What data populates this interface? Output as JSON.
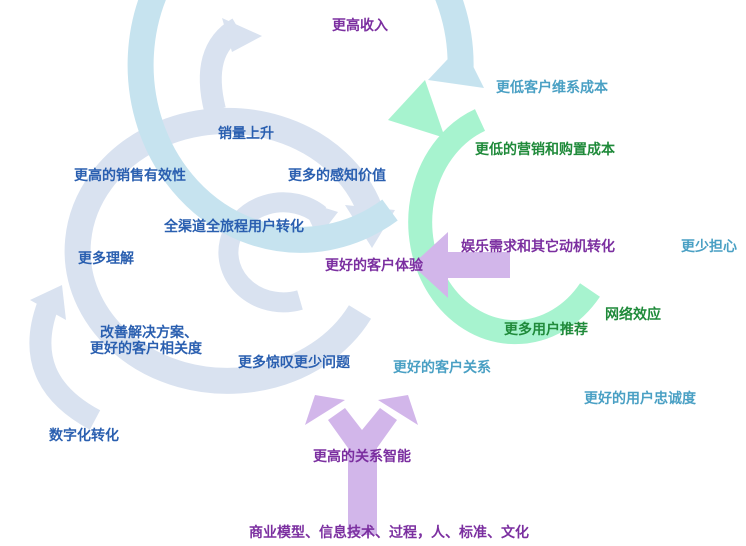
{
  "colors": {
    "loop_blue": "#d9e2f0",
    "loop_teal": "#c6e3ef",
    "loop_green": "#a7f3cf",
    "arrow_purple": "#d2b6ea",
    "text_blue": "#2a5fb0",
    "text_purple": "#7b2fa0",
    "text_teal": "#4aa0c4",
    "text_green": "#1f8a3a"
  },
  "labels": {
    "higher_revenue": "更高收入",
    "sales_growth": "销量上升",
    "higher_sales_effectiveness": "更高的销售有效性",
    "more_perceived_value": "更多的感知价值",
    "omnichannel_conversion": "全渠道全旅程用户转化",
    "more_understanding": "更多理解",
    "better_customer_experience": "更好的客户体验",
    "improved_solutions_line1": "改善解决方案、",
    "improved_solutions_line2": "更好的客户相关度",
    "more_surprise_fewer_problems": "更多惊叹更少问题",
    "digital_transformation": "数字化转化",
    "lower_retention_cost": "更低客户维系成本",
    "lower_marketing_cost": "更低的营销和购置成本",
    "entertainment_motivation": "娱乐需求和其它动机转化",
    "less_worry": "更少担心",
    "network_effect": "网络效应",
    "more_referrals": "更多用户推荐",
    "better_customer_relationship": "更好的客户关系",
    "better_loyalty": "更好的用户忠诚度",
    "higher_relationship_intelligence": "更高的关系智能",
    "foundations": "商业模型、信息技术、过程，人、标准、文化"
  }
}
